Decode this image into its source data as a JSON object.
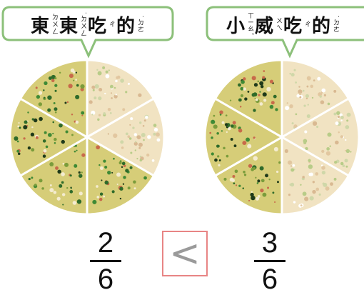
{
  "left": {
    "label": [
      "東",
      "ㄉㄨㄥ",
      "東",
      "˙ㄉㄨㄥ",
      "吃",
      "ㄔ",
      "的",
      "˙ㄉㄜ"
    ],
    "numerator": "2",
    "denominator": "6",
    "slices_eaten": 2,
    "slices_total": 6
  },
  "right": {
    "label": [
      "小",
      "ㄒㄧㄠˇ",
      "威",
      "ㄨㄟ",
      "吃",
      "ㄔ",
      "的",
      "˙ㄉㄜ"
    ],
    "numerator": "3",
    "denominator": "6",
    "slices_eaten": 3,
    "slices_total": 6
  },
  "comparison": "<",
  "colors": {
    "bubble_border": "#8cc07a",
    "pizza_eaten": "#f1e3c2",
    "pizza_remaining": "#d6cd78",
    "comparison_border": "#e88585"
  }
}
